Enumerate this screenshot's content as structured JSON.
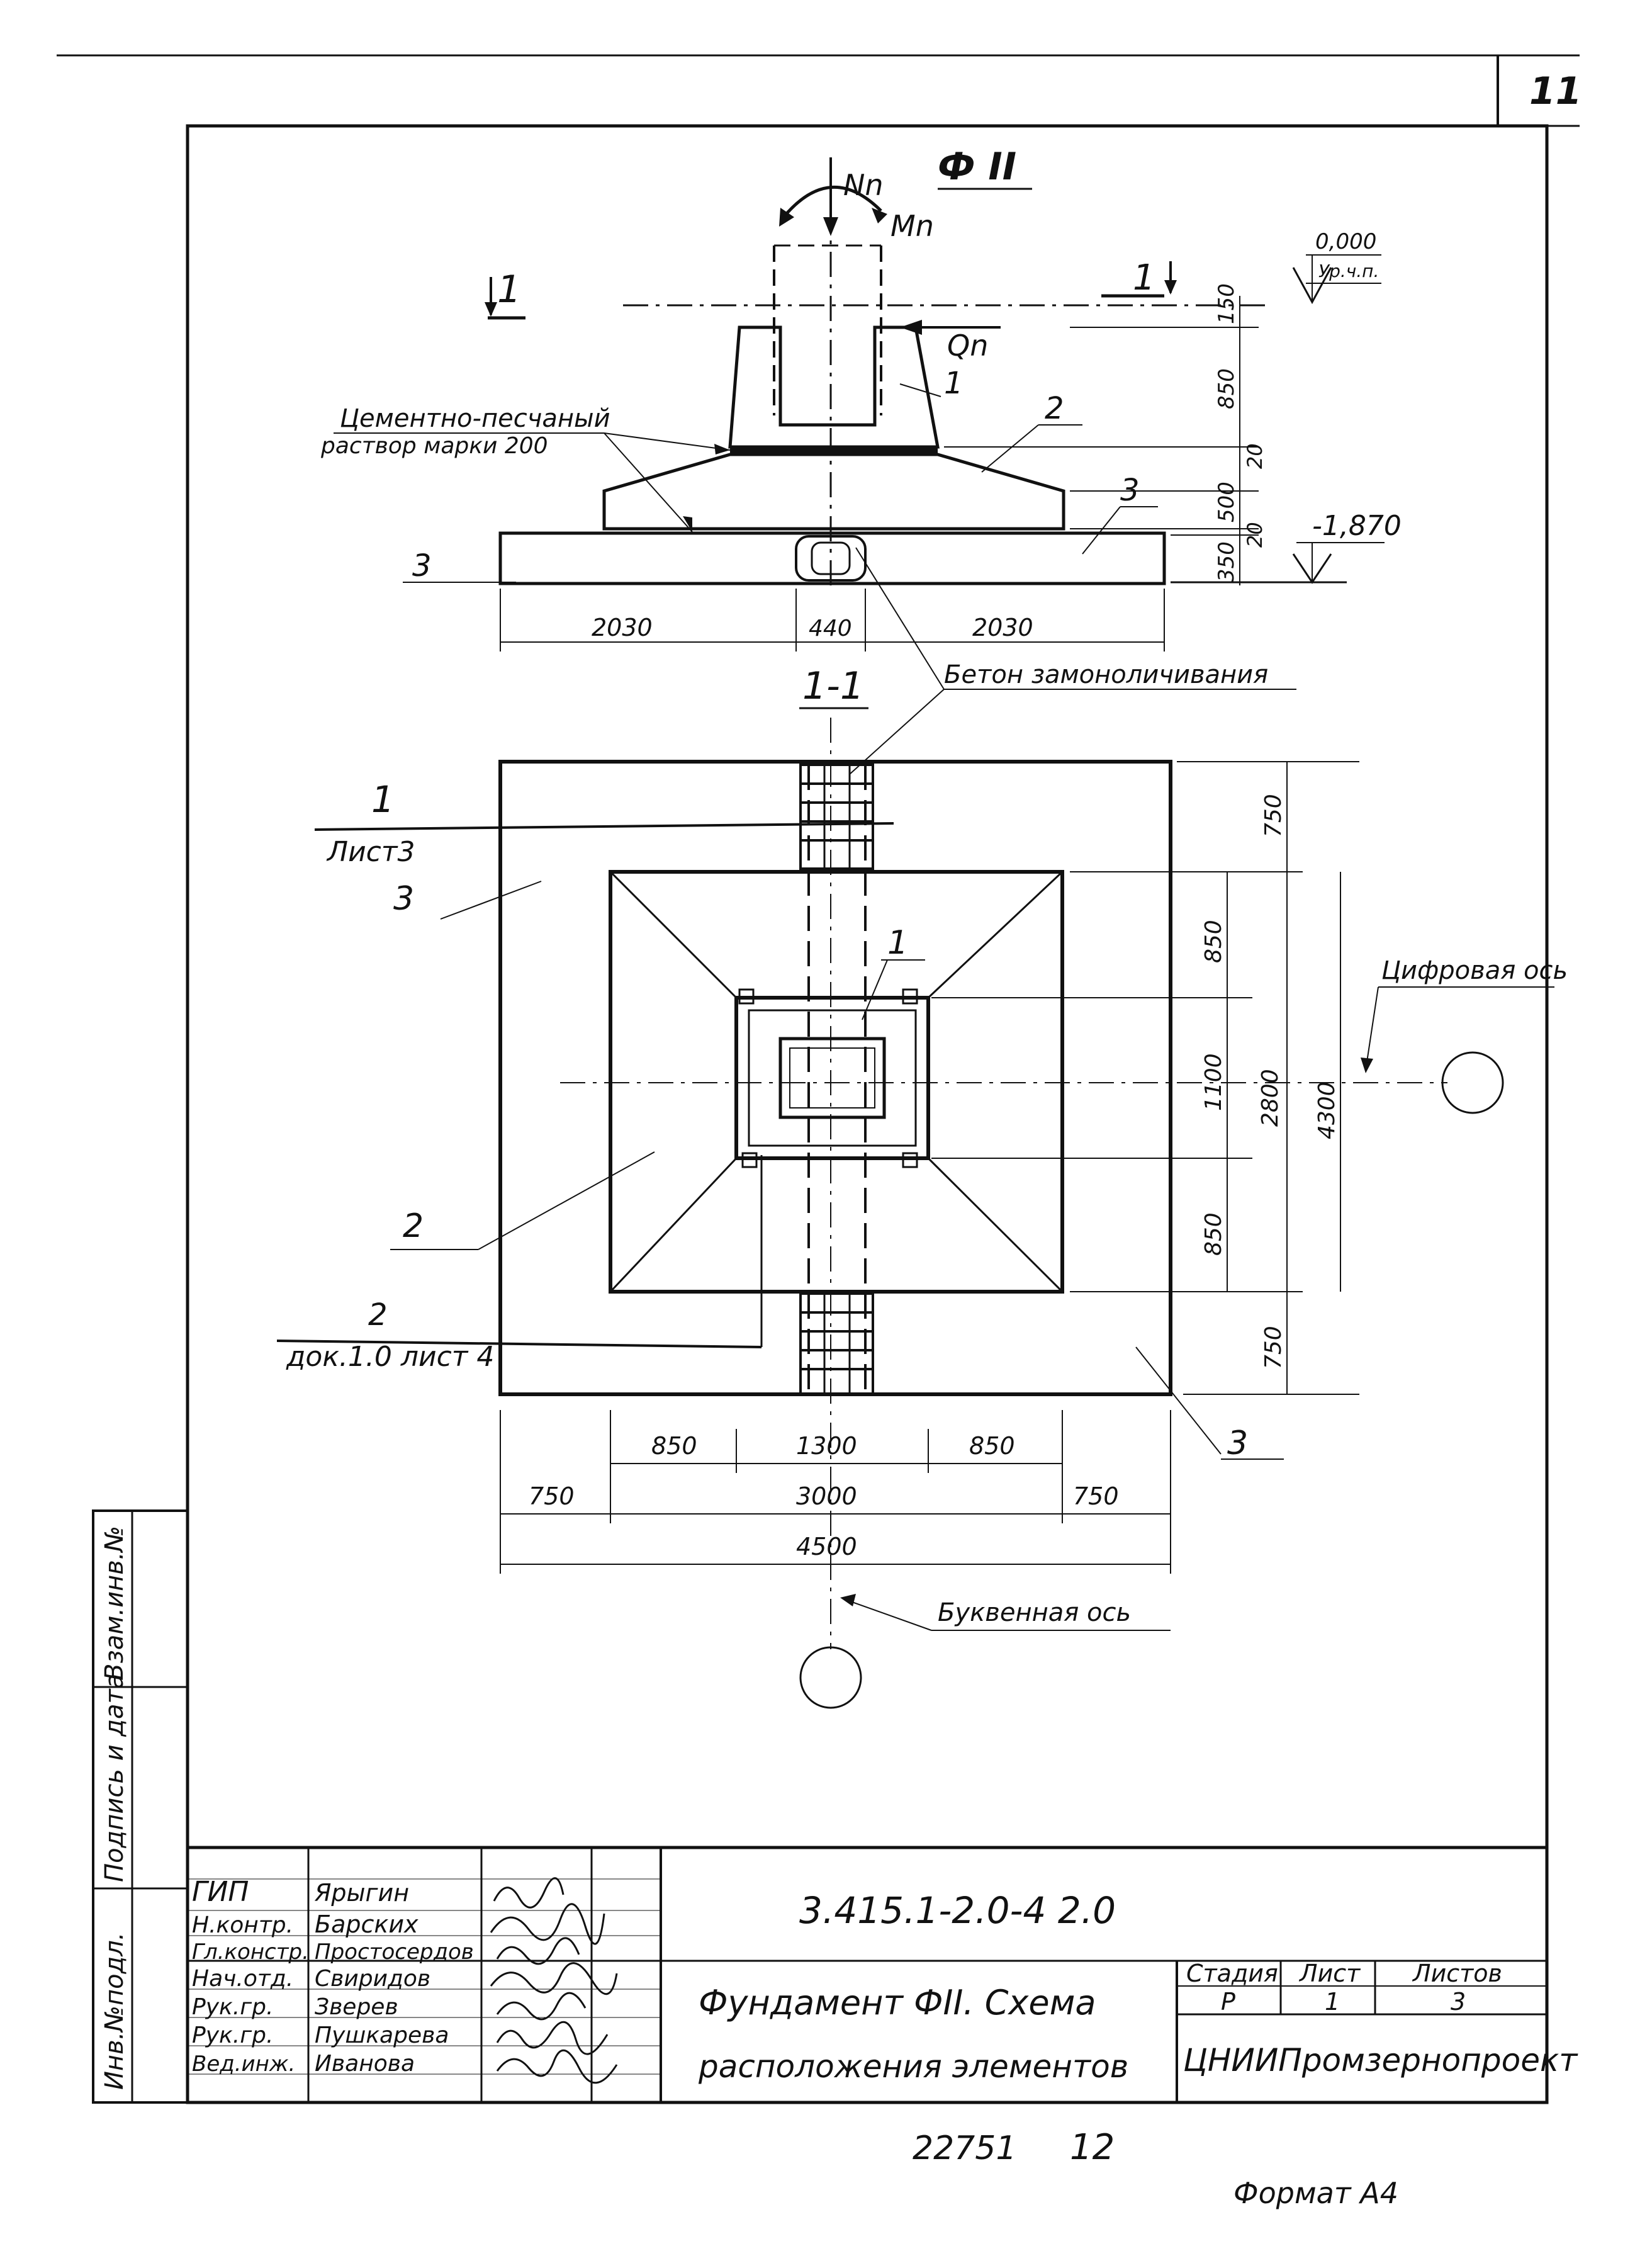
{
  "sheet": {
    "page_number": "11",
    "format": "Формат А4",
    "footer_number_left": "22751",
    "footer_number_right": "12"
  },
  "title": "Ф II",
  "loads": {
    "N": "Nn",
    "M": "Mn",
    "Q": "Qn"
  },
  "levels": {
    "top_value": "0,000",
    "top_label": "Ур.ч.п.",
    "bottom_value": "-1,870"
  },
  "section_marks": {
    "left": "1",
    "right": "1",
    "section_title": "1-1"
  },
  "elevation_dims": [
    "150",
    "850",
    "20",
    "500",
    "20",
    "350"
  ],
  "plan_top_dims": [
    "2030",
    "440",
    "2030"
  ],
  "right_dims": {
    "inner": [
      "750",
      "850",
      "1100",
      "850",
      "750"
    ],
    "mid": "2800",
    "total": "4300"
  },
  "bottom_dims": {
    "row1": [
      "850",
      "1300",
      "850"
    ],
    "row2": [
      "750",
      "3000",
      "750"
    ],
    "total": "4500"
  },
  "callouts": {
    "mortar_line1": "Цементно-песчаный",
    "mortar_line2": "раствор марки 200",
    "concrete": "Бетон замоноличивания",
    "digital_axis": "Цифровая ось",
    "letter_axis": "Буквенная ось",
    "ref1_num": "1",
    "ref1_sheet": "Лист3",
    "ref2_num": "2",
    "ref2_doc": "док.1.0 лист 4"
  },
  "position_numbers": {
    "one": "1",
    "two": "2",
    "three": "3"
  },
  "side_stamp": {
    "col1": "Взам.инв.№",
    "col2": "Подпись и дата",
    "col3": "Инв.№подл."
  },
  "title_block": {
    "doc_code": "3.415.1-2.0-4   2.0",
    "roles": [
      "ГИП",
      "Н.контр.",
      "Гл.констр.",
      "Нач.отд.",
      "Рук.гр.",
      "Рук.гр.",
      "Вед.инж."
    ],
    "names": [
      "Ярыгин",
      "Барских",
      "Простосердов",
      "Свиридов",
      "Зверев",
      "Пушкарева",
      "Иванова"
    ],
    "name_line1": "Фундамент ФII. Схема",
    "name_line2": "расположения элементов",
    "stage_label": "Стадия",
    "sheet_label": "Лист",
    "sheets_label": "Листов",
    "stage": "Р",
    "sheet": "1",
    "sheets": "3",
    "org": "ЦНИИПромзернопроект"
  }
}
